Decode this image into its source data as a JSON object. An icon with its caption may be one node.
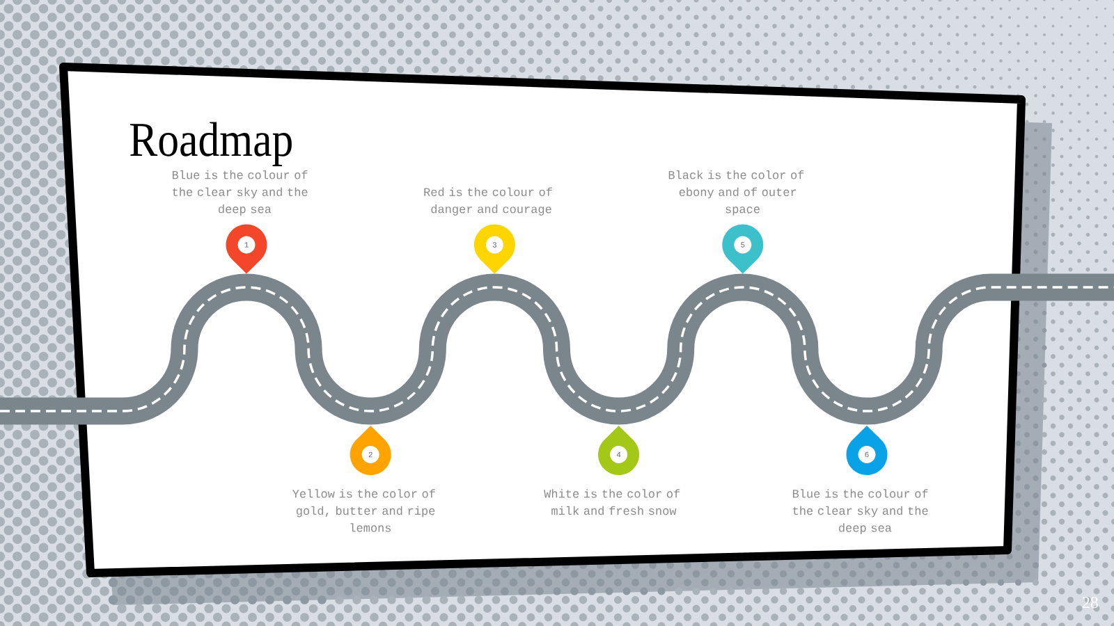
{
  "diagram": {
    "title": "Roadmap",
    "nodes": [
      {
        "text": [
          "1"
        ],
        "beside": [
          "Blue is the colour of the clear sky and the deep sea"
        ]
      },
      {
        "text": [
          "2"
        ],
        "beside": [
          "Yellow is the color of gold, butter and ripe lemons"
        ]
      },
      {
        "text": [
          "3"
        ],
        "beside": [
          "Red is the colour of danger and courage"
        ]
      },
      {
        "text": [
          "4"
        ],
        "beside": [
          "White is the color of milk and fresh snow"
        ]
      },
      {
        "text": [
          "5"
        ],
        "beside": [
          "Black is the color of ebony and of outer space"
        ]
      },
      {
        "text": [
          "6"
        ],
        "beside": [
          "Blue is the colour of the clear sky and the deep sea"
        ]
      }
    ],
    "labels": [
      "28"
    ]
  }
}
